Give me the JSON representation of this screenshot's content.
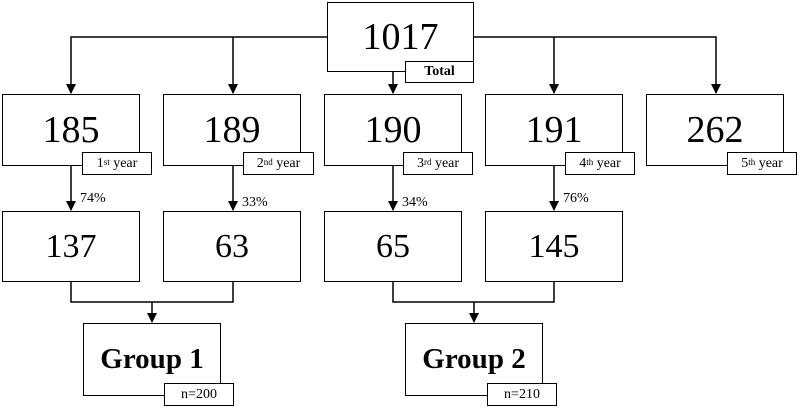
{
  "root": {
    "value": "1017",
    "label": "Total"
  },
  "years": [
    {
      "value": "185",
      "ordinal": "1",
      "suffix": "st",
      "word": "year",
      "percent": "74%",
      "subset": "137"
    },
    {
      "value": "189",
      "ordinal": "2",
      "suffix": "nd",
      "word": "year",
      "percent": "33%",
      "subset": "63"
    },
    {
      "value": "190",
      "ordinal": "3",
      "suffix": "rd",
      "word": "year",
      "percent": "34%",
      "subset": "65"
    },
    {
      "value": "191",
      "ordinal": "4",
      "suffix": "th",
      "word": "year",
      "percent": "76%",
      "subset": "145"
    },
    {
      "value": "262",
      "ordinal": "5",
      "suffix": "th",
      "word": "year"
    }
  ],
  "groups": [
    {
      "label": "Group 1",
      "n": "n=200"
    },
    {
      "label": "Group 2",
      "n": "n=210"
    }
  ]
}
